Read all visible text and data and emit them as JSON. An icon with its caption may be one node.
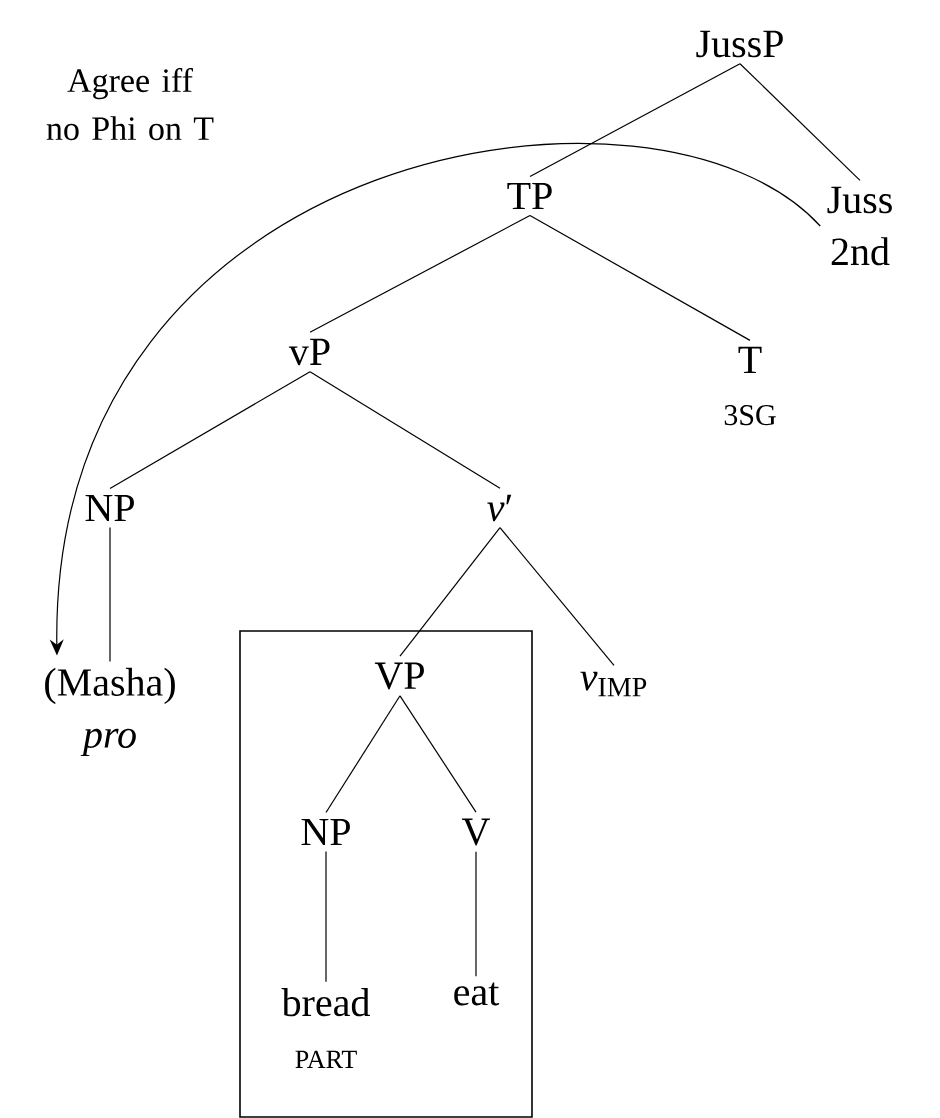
{
  "diagram": {
    "nodes": [
      {
        "text": [
          "JussP"
        ]
      },
      {
        "text": [
          "TP"
        ]
      },
      {
        "text": [
          "Juss",
          "2nd"
        ]
      },
      {
        "text": [
          "vP"
        ]
      },
      {
        "text": [
          "T",
          "3SG"
        ]
      },
      {
        "text": [
          "NP"
        ]
      },
      {
        "text": [
          "*v*′"
        ]
      },
      {
        "text": [],
        "shape": "box"
      },
      {
        "text": [
          "VP"
        ],
        "in": 7
      },
      {
        "text": [
          "*v*$_{IMP}$"
        ]
      },
      {
        "text": [
          "(Masha)",
          "pro"
        ]
      },
      {
        "text": [
          "NP"
        ],
        "in": 7
      },
      {
        "text": [
          "V"
        ],
        "in": 7
      },
      {
        "text": [
          "bread",
          "PART"
        ],
        "in": 7
      },
      {
        "text": [
          "eat"
        ],
        "in": 7
      }
    ],
    "edges": [
      {
        "from": 0,
        "to": 1,
        "arrow": "none"
      },
      {
        "from": 0,
        "to": 2,
        "arrow": "none"
      },
      {
        "from": 1,
        "to": 3,
        "arrow": "none"
      },
      {
        "from": 1,
        "to": 4,
        "arrow": "none"
      },
      {
        "from": 3,
        "to": 5,
        "arrow": "none"
      },
      {
        "from": 3,
        "to": 6,
        "arrow": "none"
      },
      {
        "from": 5,
        "to": 10,
        "arrow": "none"
      },
      {
        "from": 6,
        "to": 8,
        "arrow": "none"
      },
      {
        "from": 6,
        "to": 9,
        "arrow": "none"
      },
      {
        "from": 8,
        "to": 11,
        "arrow": "none"
      },
      {
        "from": 8,
        "to": 12,
        "arrow": "none"
      },
      {
        "from": 11,
        "to": 13,
        "arrow": "none"
      },
      {
        "from": 12,
        "to": 14,
        "arrow": "none"
      },
      {
        "from": 2,
        "to": 10,
        "arrow": "to",
        "label": "Agree iff no Phi on T"
      }
    ]
  }
}
